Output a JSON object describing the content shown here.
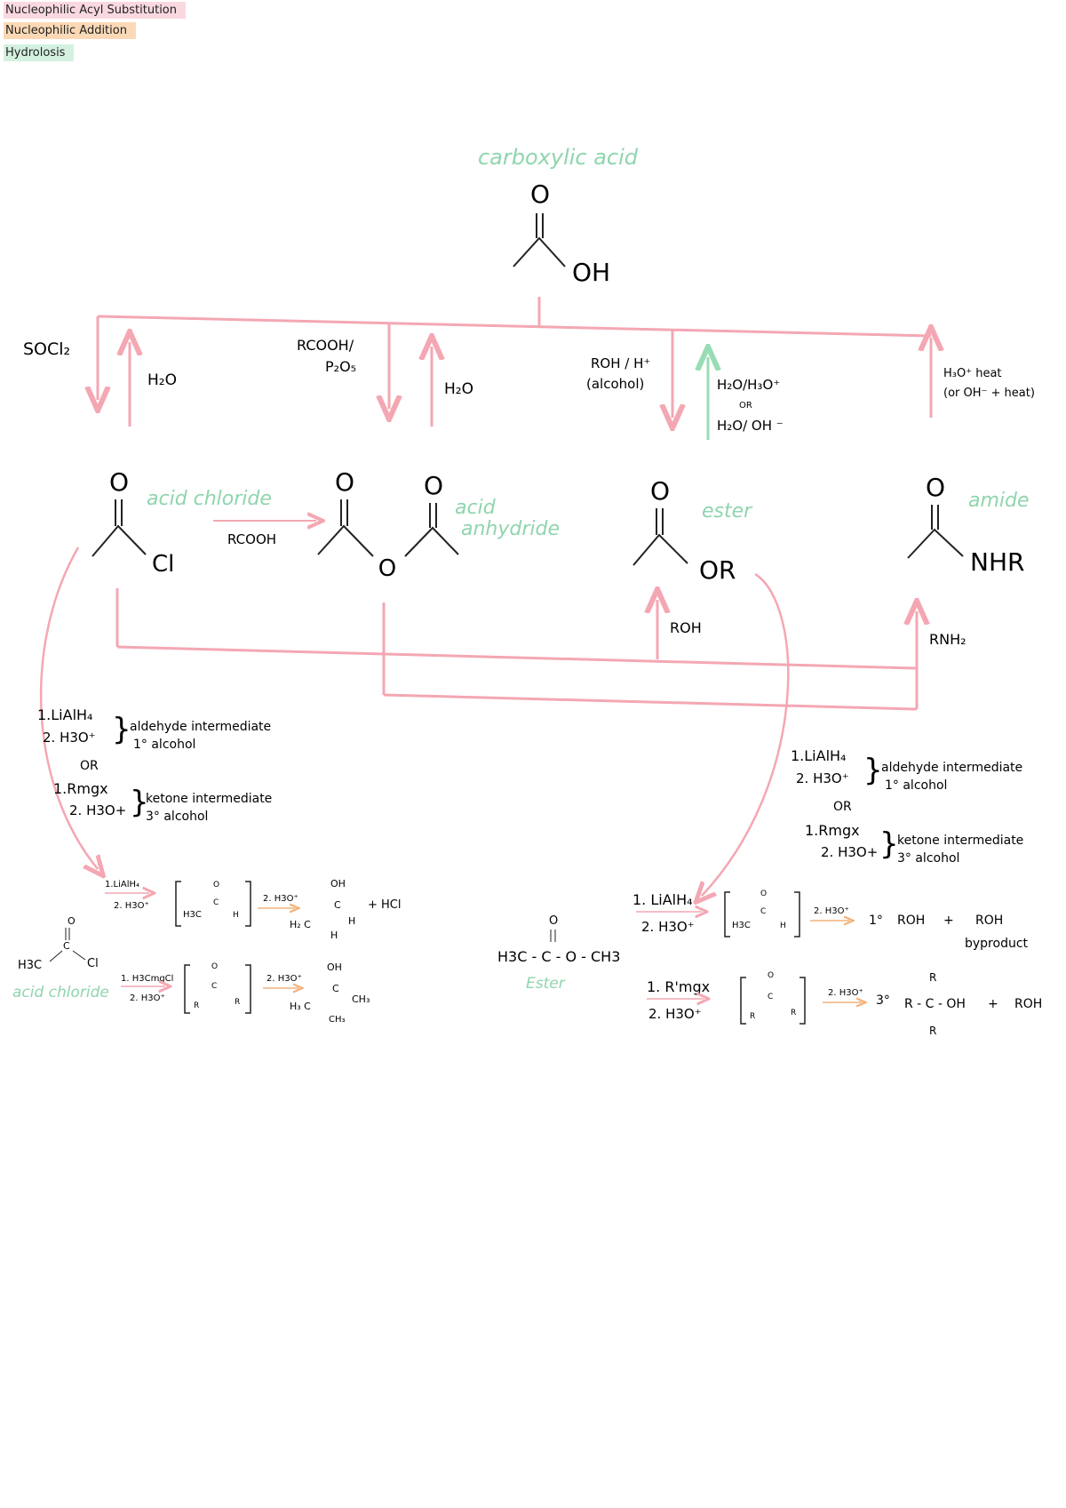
{
  "colors": {
    "acyl_substitution": "#f4a7b3",
    "addition": "#f8c89a",
    "hydrolysis": "#98dcb4",
    "label_green": "#8fd5ad",
    "ink": "#222222"
  },
  "legend": {
    "acyl": "Nucleophilic Acyl Substitution",
    "addition": "Nucleophilic Addition",
    "hydrolysis": "Hydrolosis"
  },
  "titles": {
    "carboxylic": "carboxylic acid",
    "acid_chloride": "acid chloride",
    "anhydride_1": "acid",
    "anhydride_2": "anhydride",
    "ester": "ester",
    "amide": "amide",
    "acid_chloride_bottom": "acid chloride",
    "ester_bottom": "Ester"
  },
  "atoms": {
    "O": "O",
    "OH": "OH",
    "Cl": "Cl",
    "OR": "OR",
    "NHR": "NHR"
  },
  "reagents": {
    "socl2": "SOCl₂",
    "h2o": "H₂O",
    "rcooh": "RCOOH/",
    "p2o5": "P₂O₅",
    "roh_h": "ROH / H⁺",
    "alcohol": "(alcohol)",
    "h2o_h3o": "H₂O/H₃O⁺",
    "or": "OR",
    "h2o_oh": "H₂O/ OH ⁻",
    "h3o_heat": "H₃O⁺ heat",
    "oh_heat": "(or OH⁻ + heat)",
    "rcooh_mid": "RCOOH",
    "roh": "ROH",
    "rnh2": "RNH₂"
  },
  "left_notes": {
    "lialh4": "1.LiAlH₄",
    "h3o": "2. H3O⁺",
    "aldehyde": "aldehyde intermediate",
    "primary": "1° alcohol",
    "or": "OR",
    "rmgx": "1.Rmgx",
    "h3o_2": "2. H3O+",
    "ketone": "ketone intermediate",
    "tertiary": "3° alcohol"
  },
  "right_notes": {
    "lialh4": "1.LiAlH₄",
    "h3o": "2. H3O⁺",
    "aldehyde": "aldehyde intermediate",
    "primary": "1° alcohol",
    "or": "OR",
    "rmgx": "1.Rmgx",
    "h3o_2": "2. H3O+",
    "ketone": "ketone intermediate",
    "tertiary": "3° alcohol"
  },
  "left_rxn": {
    "h3c": "H3C",
    "c": "C",
    "cl": "Cl",
    "o": "O",
    "lialh4": "1.LiAlH₄",
    "h3o": "2. H3O⁺",
    "h3c_br": "H3C",
    "h": "H",
    "step2": "2. H3O⁺",
    "oh": "OH",
    "h2c": "H₂ C",
    "plus_hcl": "+ HCl",
    "h3cmgcl": "1. H3CmgCl",
    "h3o_b": "2. H3O⁺",
    "r": "R",
    "step2b": "2. H3O⁺",
    "h3c_prod": "H₃ C",
    "ch3": "CH₃",
    "ch3_b": "CH₃"
  },
  "right_rxn": {
    "o": "O",
    "ester_formula": "H3C - C - O - CH3",
    "lialh4": "1. LiAlH₄",
    "h3o": "2. H3O⁺",
    "h3c": "H3C",
    "c": "C",
    "h": "H",
    "step2": "2. H3O⁺",
    "primary": "1°",
    "roh": "ROH",
    "plus": "+",
    "roh_by": "ROH",
    "byproduct": "byproduct",
    "rmgx": "1. R'mgx",
    "h3o_b": "2. H3O⁺",
    "r": "R",
    "step2b": "2. H3O⁺",
    "tertiary": "3°",
    "rcoh": "R - C - OH",
    "roh_end": "ROH"
  }
}
